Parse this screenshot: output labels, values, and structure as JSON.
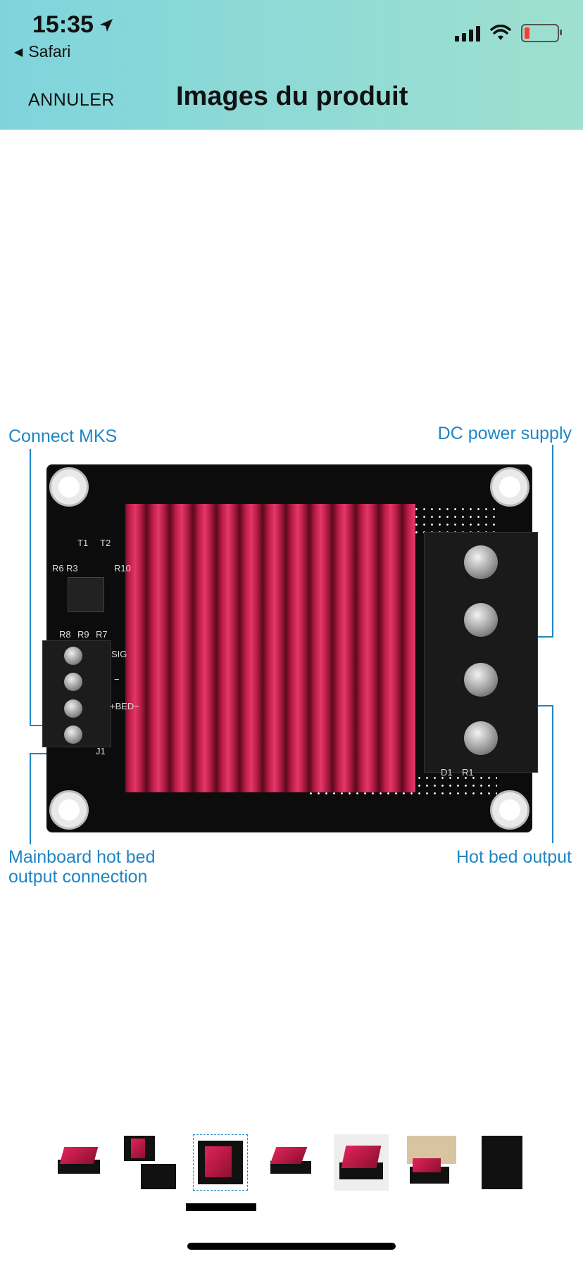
{
  "status_bar": {
    "time": "15:35",
    "back_app": "Safari",
    "back_glyph": "◀"
  },
  "header": {
    "cancel_label": "ANNULER",
    "title": "Images du produit"
  },
  "product_image": {
    "labels": {
      "connect_mks": "Connect MKS",
      "dc_power_supply": "DC power supply",
      "mainboard_line1": "Mainboard hot bed",
      "mainboard_line2": "output connection",
      "hot_bed_output": "Hot bed output"
    },
    "silkscreen": {
      "t1": "T1",
      "t2": "T2",
      "r6": "R6",
      "r3": "R3",
      "r10": "R10",
      "r8": "R8",
      "r9": "R9",
      "r7": "R7",
      "sig": "SIG",
      "minus": "−",
      "bed": "+BED−",
      "j1": "J1",
      "d1": "D1",
      "r1": "R1"
    }
  },
  "thumbnails": {
    "count": 7,
    "selected_index": 2
  },
  "colors": {
    "accent_blue": "#1f86c4",
    "heatsink_red": "#c01e48",
    "battery_low": "#ff3b30"
  }
}
